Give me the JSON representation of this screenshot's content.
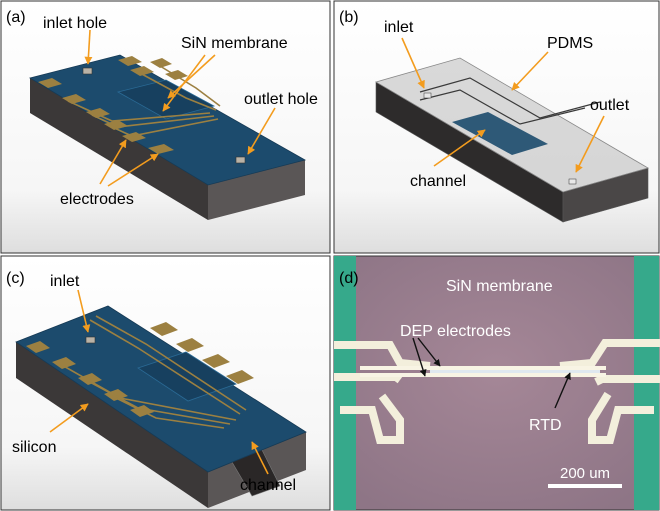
{
  "panels": {
    "a": {
      "letter": "(a)",
      "labels": {
        "inlet_hole": "inlet hole",
        "membrane": "SiN membrane",
        "outlet_hole": "outlet hole",
        "electrodes": "electrodes"
      }
    },
    "b": {
      "letter": "(b)",
      "labels": {
        "inlet": "inlet",
        "pdms": "PDMS",
        "outlet": "outlet",
        "channel": "channel"
      }
    },
    "c": {
      "letter": "(c)",
      "labels": {
        "inlet": "inlet",
        "silicon": "silicon",
        "channel": "channel"
      }
    },
    "d": {
      "letter": "(d)",
      "labels": {
        "membrane": "SiN membrane",
        "dep": "DEP electrodes",
        "rtd": "RTD",
        "scale_bar": "200 um"
      }
    }
  },
  "colors": {
    "chip_top": "#1c4b6d",
    "chip_side": "#3b3838",
    "electrode": "#9c8041",
    "annotation_arrow": "#f39c1e",
    "micrograph_bg": "#9b7f8e",
    "micrograph_border": "#36a98b",
    "micrograph_electrode": "#f3efdc",
    "pdms": "#bcbcbc"
  }
}
